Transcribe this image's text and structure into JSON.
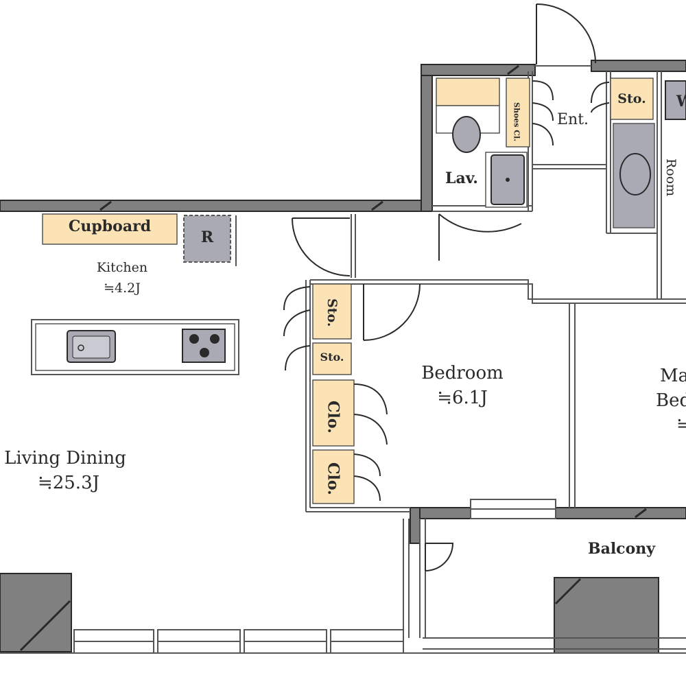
{
  "plan": {
    "rooms": {
      "living": {
        "name": "Living Dining",
        "area": "≒25.3J"
      },
      "kitchen": {
        "name": "Kitchen",
        "area": "≒4.2J"
      },
      "bedroom": {
        "name": "Bedroom",
        "area": "≒6.1J"
      },
      "master": {
        "name_line1": "Ma",
        "name_line2": "Bed",
        "area": "≒"
      },
      "balcony": {
        "name": "Balcony"
      },
      "lavatory": {
        "name": "Lav."
      },
      "entrance": {
        "name": "Ent."
      },
      "room_right": {
        "name": "Room"
      }
    },
    "storage": {
      "cupboard": "Cupboard",
      "refrigerator": "R",
      "sto_top": "Sto.",
      "sto_hall_1": "Sto.",
      "sto_hall_2": "Sto.",
      "clo_1": "Clo.",
      "clo_2": "Clo.",
      "shoe_cabinet": "Shoes Cl.",
      "w_unit": "W"
    },
    "colors": {
      "wall": "#808080",
      "wall_edge": "#2a2a2a",
      "storage_fill": "#fbe3b6",
      "appliance_fill": "#a9aab4",
      "void_fill": "#808080"
    }
  }
}
